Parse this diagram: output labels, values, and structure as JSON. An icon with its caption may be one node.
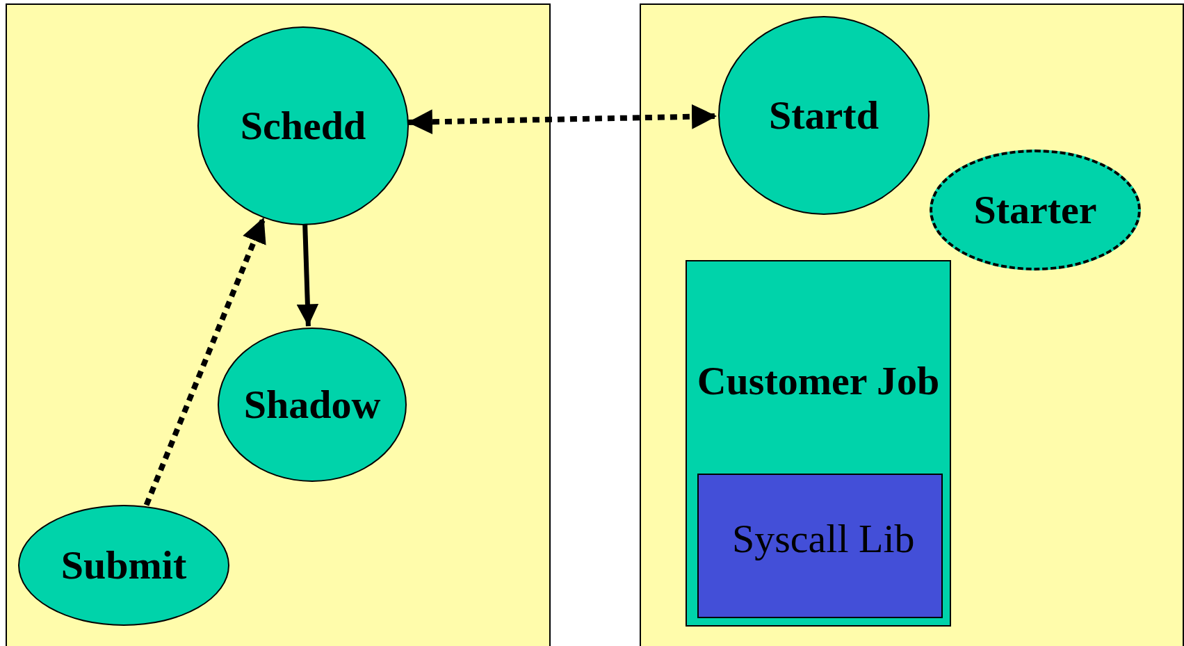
{
  "diagram": {
    "nodes": [
      {
        "text": [],
        "shape": "box"
      },
      {
        "text": [
          "Schedd"
        ],
        "in": 0
      },
      {
        "text": [
          "Shadow"
        ],
        "in": 0
      },
      {
        "text": [
          "Submit"
        ],
        "in": 0
      },
      {
        "text": [],
        "shape": "box"
      },
      {
        "text": [
          "Startd"
        ],
        "in": 4
      },
      {
        "text": [
          "Starter"
        ],
        "in": 4
      },
      {
        "text": [
          "Customer Job"
        ],
        "in": 4
      },
      {
        "text": [
          "Syscall Lib"
        ],
        "in": 7
      }
    ],
    "edges": [
      {
        "from": 3,
        "to": 1,
        "arrow": "to",
        "style": "dashed"
      },
      {
        "from": 1,
        "to": 5,
        "arrow": "both",
        "style": "dashed"
      },
      {
        "from": 1,
        "to": 2,
        "arrow": "to"
      }
    ]
  }
}
